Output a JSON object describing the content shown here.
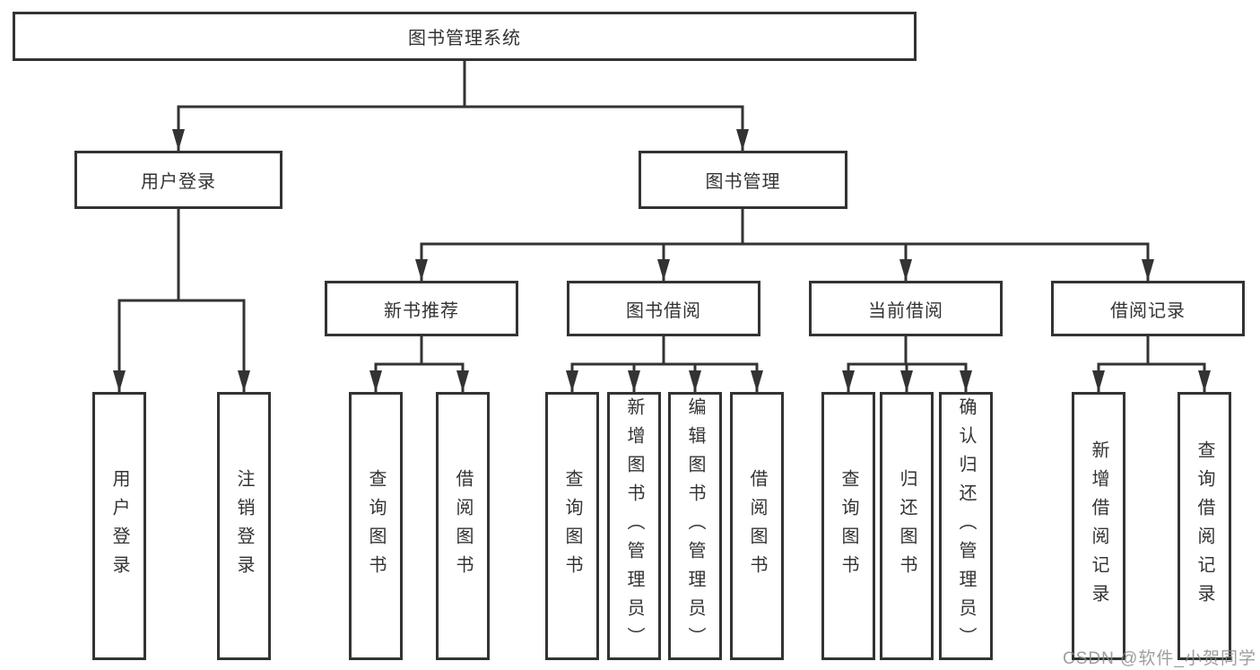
{
  "tree": {
    "label": "图书管理系统",
    "children": [
      {
        "label": "用户登录",
        "children": [
          {
            "label": "用户登录"
          },
          {
            "label": "注销登录"
          }
        ]
      },
      {
        "label": "图书管理",
        "children": [
          {
            "label": "新书推荐",
            "children": [
              {
                "label": "查询图书"
              },
              {
                "label": "借阅图书"
              }
            ]
          },
          {
            "label": "图书借阅",
            "children": [
              {
                "label": "查询图书"
              },
              {
                "label": "新增图书（管理员）"
              },
              {
                "label": "编辑图书（管理员）"
              },
              {
                "label": "借阅图书"
              }
            ]
          },
          {
            "label": "当前借阅",
            "children": [
              {
                "label": "查询图书"
              },
              {
                "label": "归还图书"
              },
              {
                "label": "确认归还（管理员）"
              }
            ]
          },
          {
            "label": "借阅记录",
            "children": [
              {
                "label": "新增借阅记录"
              },
              {
                "label": "查询借阅记录"
              }
            ]
          }
        ]
      }
    ]
  },
  "watermark": {
    "text": "CSDN @软件_小贺同学"
  },
  "colors": {
    "line": "#333333",
    "box_border": "#333333",
    "text": "#333333",
    "watermark_text": "#8c8c8c",
    "background": "#ffffff"
  }
}
